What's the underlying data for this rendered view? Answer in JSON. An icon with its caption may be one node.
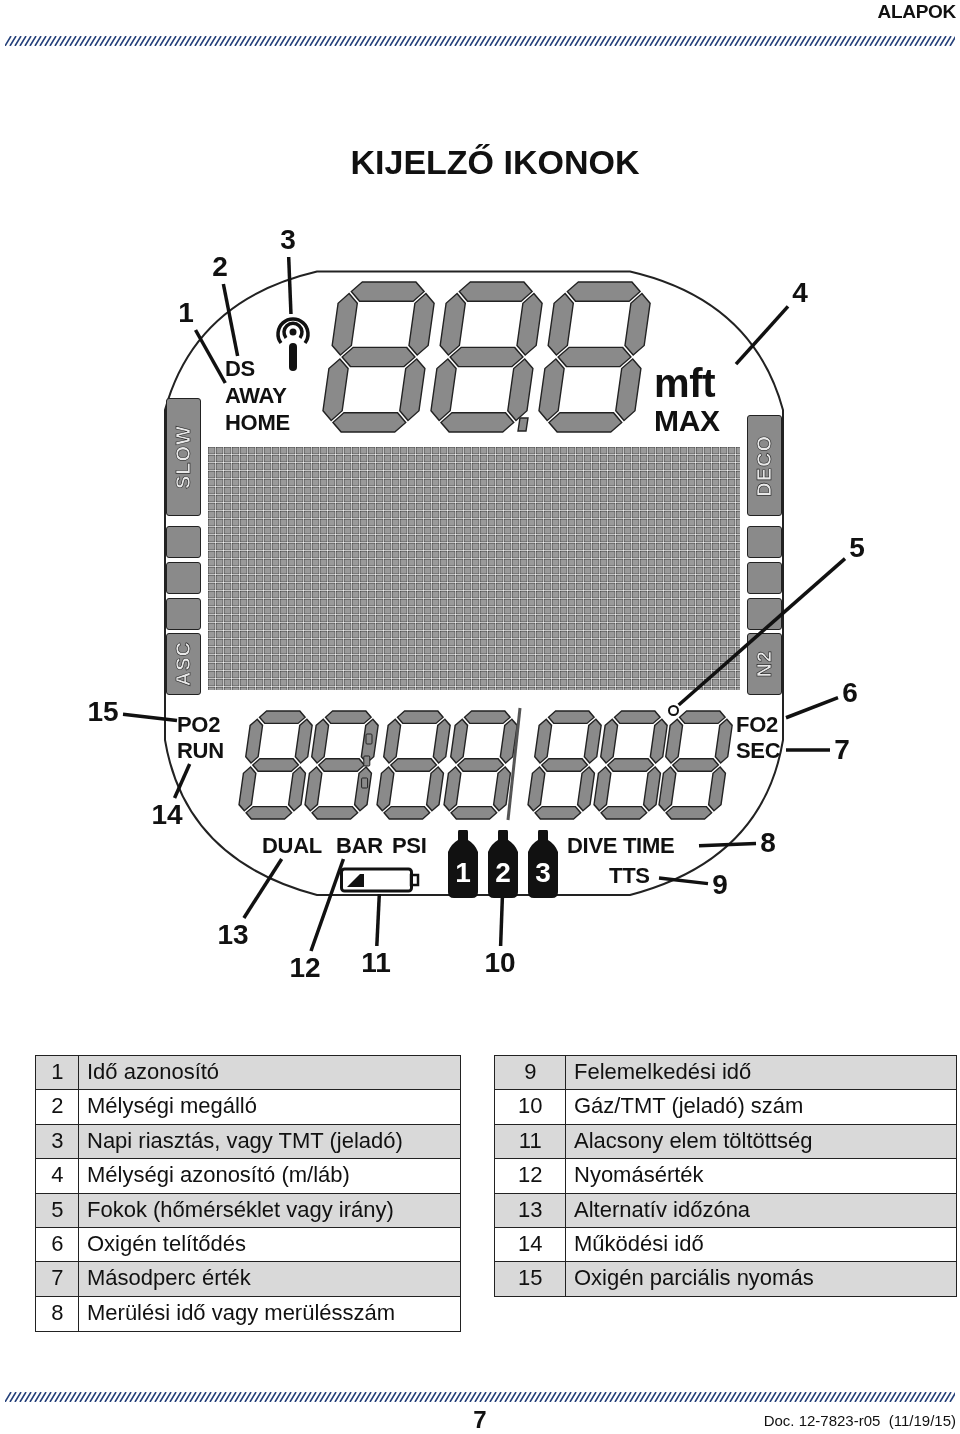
{
  "diagram": {
    "title": "KIJELZŐ IKONOK",
    "nodes": [
      {
        "text": [],
        "shape": "box"
      },
      {
        "text": [
          "1"
        ]
      },
      {
        "text": [
          "2"
        ]
      },
      {
        "text": [
          "3"
        ]
      },
      {
        "text": [
          "4"
        ]
      },
      {
        "text": [
          "5"
        ]
      },
      {
        "text": [
          "6"
        ]
      },
      {
        "text": [
          "7"
        ]
      },
      {
        "text": [
          "8"
        ]
      },
      {
        "text": [
          "9"
        ]
      },
      {
        "text": [
          "10"
        ]
      },
      {
        "text": [
          "11"
        ]
      },
      {
        "text": [
          "12"
        ]
      },
      {
        "text": [
          "13"
        ]
      },
      {
        "text": [
          "14"
        ]
      },
      {
        "text": [
          "15"
        ]
      },
      {
        "text": [],
        "shape": "picture",
        "in": 0
      },
      {
        "text": [
          "DS"
        ],
        "in": 0
      },
      {
        "text": [
          "AWAY"
        ],
        "in": 0
      },
      {
        "text": [
          "mft"
        ],
        "in": 0
      },
      {
        "text": [
          "SLOW"
        ],
        "in": 0
      },
      {
        "text": [
          "DECO"
        ],
        "in": 0
      },
      {
        "text": [],
        "shape": "bar",
        "in": 0
      },
      {
        "text": [],
        "shape": "bar",
        "in": 0
      },
      {
        "text": [],
        "shape": "bar",
        "in": 0
      },
      {
        "text": [],
        "shape": "bar",
        "in": 0
      },
      {
        "text": [],
        "shape": "bar",
        "in": 0
      },
      {
        "text": [],
        "shape": "bar",
        "in": 0
      },
      {
        "text": [
          "ASC"
        ],
        "in": 0
      },
      {
        "text": [
          "N2"
        ],
        "in": 0
      },
      {
        "text": [],
        "shape": "circle",
        "in": 0
      },
      {
        "text": [
          "PO2"
        ],
        "in": 0
      },
      {
        "text": [
          "RUN"
        ],
        "in": 0
      },
      {
        "text": [
          "FO2"
        ],
        "in": 0
      },
      {
        "text": [
          "SEC"
        ],
        "in": 0
      },
      {
        "text": [
          "DUAL"
        ],
        "in": 0
      },
      {
        "text": [
          "BAR"
        ],
        "in": 0
      },
      {
        "text": [],
        "shape": "picture",
        "in": 0
      },
      {
        "text": [
          "1"
        ],
        "in": 0
      },
      {
        "text": [
          "2"
        ],
        "in": 0
      },
      {
        "text": [
          "3"
        ],
        "in": 0
      },
      {
        "text": [
          "DIVE TIME"
        ],
        "in": 0
      },
      {
        "text": [
          "TTS"
        ],
        "in": 0
      }
    ],
    "edges": [
      {
        "from": 1,
        "to": 18,
        "arrow": "none"
      },
      {
        "from": 2,
        "to": 17,
        "arrow": "none"
      },
      {
        "from": 3,
        "to": 16,
        "arrow": "none"
      },
      {
        "from": 4,
        "to": 19,
        "arrow": "none"
      },
      {
        "from": 5,
        "to": 30,
        "arrow": "none"
      },
      {
        "from": 6,
        "to": 33,
        "arrow": "none"
      },
      {
        "from": 7,
        "to": 34,
        "arrow": "none"
      },
      {
        "from": 8,
        "to": 41,
        "arrow": "none"
      },
      {
        "from": 9,
        "to": 42,
        "arrow": "none"
      },
      {
        "from": 10,
        "to": 39,
        "arrow": "none"
      },
      {
        "from": 11,
        "to": 37,
        "arrow": "none"
      },
      {
        "from": 12,
        "to": 36,
        "arrow": "none"
      },
      {
        "from": 13,
        "to": 35,
        "arrow": "none"
      },
      {
        "from": 14,
        "to": 32,
        "arrow": "none"
      },
      {
        "from": 15,
        "to": 31,
        "arrow": "none"
      }
    ],
    "labels": [
      "ALAPOK",
      "HOME",
      "MAX",
      "PSI",
      "1",
      "Idő azonosító",
      "9",
      "Felemelkedési idő",
      "2",
      "Mélységi megálló",
      "10",
      "Gáz/TMT (jeladó) szám",
      "3",
      "Napi riasztás, vagy TMT (jeladó)",
      "11",
      "Alacsony elem töltöttség",
      "4",
      "Mélységi azonosító (m/láb)",
      "12",
      "Nyomásérték",
      "5",
      "Fokok (hőmérséklet vagy irány)",
      "13",
      "Alternatív időzóna",
      "6",
      "Oxigén telítődés",
      "14",
      "Működési idő",
      "7",
      "Másodperc érték",
      "15",
      "Oxigén parciális nyomás",
      "8",
      "Merülési idő vagy merülésszám",
      "7",
      "Doc. 12-7823-r05  (11/19/15)"
    ]
  }
}
